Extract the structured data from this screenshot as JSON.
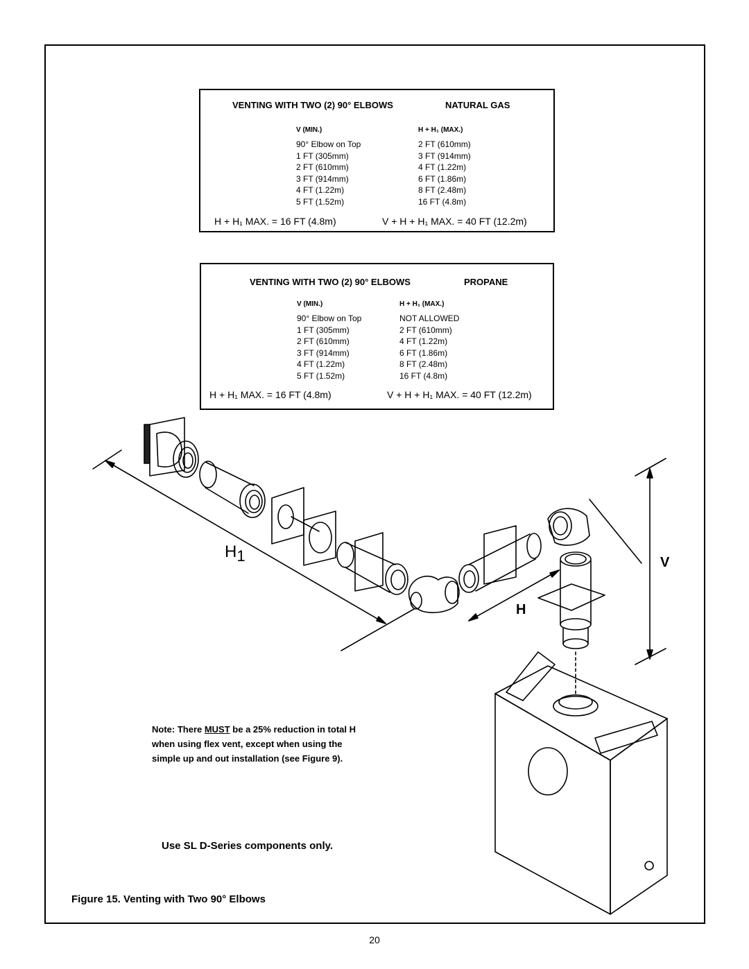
{
  "natural_gas_table": {
    "title": "VENTING WITH TWO (2) 90° ELBOWS",
    "fuel": "NATURAL GAS",
    "col_v_header": "V  (MIN.)",
    "col_h_header": "H + H₁  (MAX.)",
    "v_values": [
      "90° Elbow on Top",
      "1 FT (305mm)",
      "2 FT (610mm)",
      "3 FT (914mm)",
      "4 FT (1.22m)",
      "5 FT (1.52m)"
    ],
    "h_values": [
      "2 FT (610mm)",
      "3 FT (914mm)",
      "4 FT (1.22m)",
      "6 FT (1.86m)",
      "8 FT (2.48m)",
      "16 FT (4.8m)"
    ],
    "footer_left": "H + H₁  MAX. = 16 FT (4.8m)",
    "footer_right": "V + H + H₁  MAX. = 40 FT (12.2m)"
  },
  "propane_table": {
    "title": "VENTING WITH TWO (2) 90° ELBOWS",
    "fuel": "PROPANE",
    "col_v_header": "V  (MIN.)",
    "col_h_header": "H + H₁ (MAX.)",
    "v_values": [
      "90° Elbow on Top",
      "1 FT (305mm)",
      "2 FT (610mm)",
      "3 FT (914mm)",
      "4 FT (1.22m)",
      "5 FT (1.52m)"
    ],
    "h_values": [
      "NOT ALLOWED",
      "2 FT (610mm)",
      "4 FT (1.22m)",
      "6 FT (1.86m)",
      "8 FT (2.48m)",
      "16 FT (4.8m)"
    ],
    "footer_left": "H + H₁  MAX. = 16 FT (4.8m)",
    "footer_right": "V + H + H₁  MAX. = 40 FT (12.2m)"
  },
  "diagram_labels": {
    "h1": "H",
    "h1_sub": "1",
    "v": "V",
    "h": "H"
  },
  "note": {
    "prefix": "Note: There ",
    "emphasis": "MUST",
    "rest": " be a 25% reduction in total H when using flex vent, except when using the simple up and out installation (see Figure 9)."
  },
  "components_text": "Use SL D-Series components only.",
  "caption": "Figure 15.  Venting with Two 90° Elbows",
  "page_number": "20"
}
